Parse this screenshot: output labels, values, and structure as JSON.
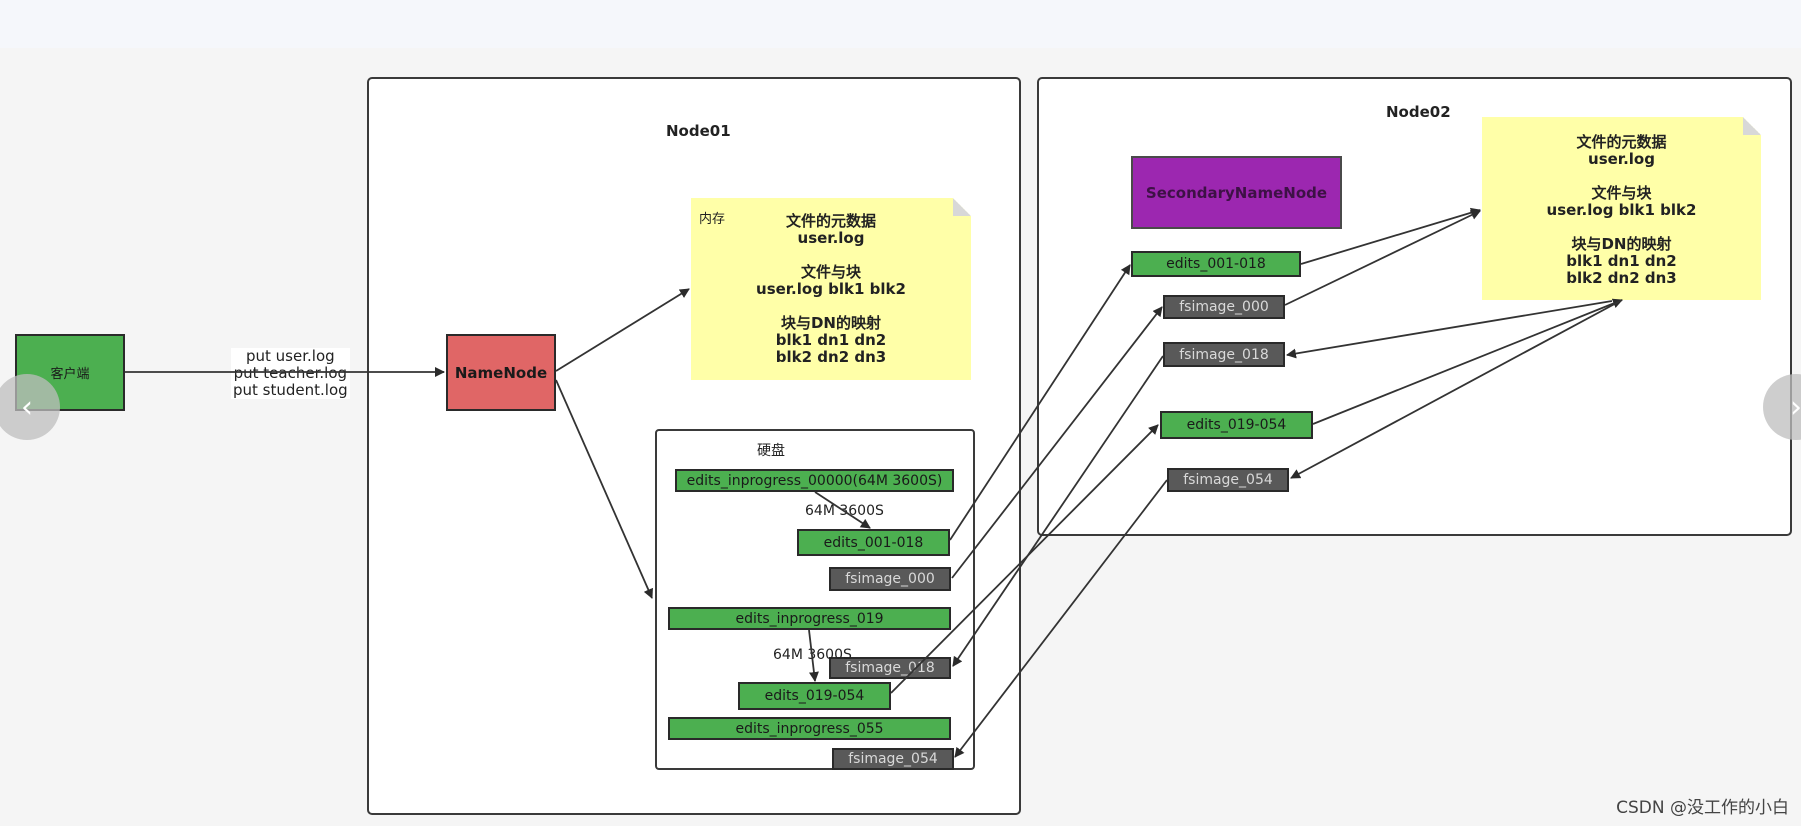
{
  "client": {
    "label": "客户端"
  },
  "client_commands": [
    "put user.log",
    "put teacher.log",
    "put student.log"
  ],
  "node01": {
    "title": "Node01",
    "namenode_label": "NameNode",
    "memory": {
      "tag": "内存",
      "lines": [
        "文件的元数据",
        "user.log",
        "",
        "文件与块",
        "user.log blk1 blk2",
        "",
        "块与DN的映射",
        "blk1 dn1 dn2",
        "blk2 dn2 dn3"
      ]
    },
    "disk": {
      "tag": "硬盘",
      "edits_inprogress_00000": "edits_inprogress_00000(64M 3600S)",
      "trigger_1": "64M 3600S",
      "edits_001_018": "edits_001-018",
      "fsimage_000": "fsimage_000",
      "edits_inprogress_019": "edits_inprogress_019",
      "trigger_2": "64M 3600S",
      "fsimage_018": "fsimage_018",
      "edits_019_054": "edits_019-054",
      "edits_inprogress_055": "edits_inprogress_055",
      "fsimage_054": "fsimage_054"
    }
  },
  "node02": {
    "title": "Node02",
    "snn_label": "SecondaryNameNode",
    "edits_001_018": "edits_001-018",
    "fsimage_000": "fsimage_000",
    "fsimage_018": "fsimage_018",
    "edits_019_054": "edits_019-054",
    "fsimage_054": "fsimage_054",
    "memory_lines": [
      "文件的元数据",
      "user.log",
      "",
      "文件与块",
      "user.log blk1 blk2",
      "",
      "块与DN的映射",
      "blk1 dn1 dn2",
      "blk2 dn2 dn3"
    ]
  },
  "nav": {
    "prev_icon": "chevron-left-icon",
    "next_icon": "chevron-right-icon"
  },
  "watermark": "CSDN @没工作的小白",
  "colors": {
    "green": "#4caf50",
    "dark": "#595959",
    "namenode": "#e06666",
    "secondary": "#9c27b0",
    "note": "#ffffa8"
  }
}
